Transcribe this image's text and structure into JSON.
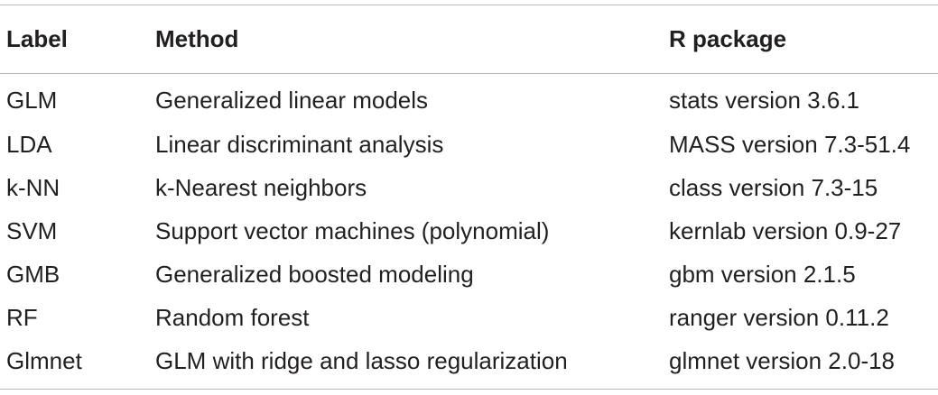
{
  "table": {
    "headers": {
      "label": "Label",
      "method": "Method",
      "package": "R package"
    },
    "rows": [
      {
        "label": "GLM",
        "method": "Generalized linear models",
        "package": "stats version 3.6.1"
      },
      {
        "label": "LDA",
        "method": "Linear discriminant analysis",
        "package": "MASS version 7.3-51.4"
      },
      {
        "label": "k-NN",
        "method": "k-Nearest neighbors",
        "package": "class version 7.3-15"
      },
      {
        "label": "SVM",
        "method": "Support vector machines (polynomial)",
        "package": "kernlab version 0.9-27"
      },
      {
        "label": "GMB",
        "method": "Generalized boosted modeling",
        "package": "gbm version 2.1.5"
      },
      {
        "label": "RF",
        "method": "Random forest",
        "package": "ranger version 0.11.2"
      },
      {
        "label": "Glmnet",
        "method": "GLM with ridge and lasso regularization",
        "package": "glmnet version 2.0-18"
      }
    ]
  }
}
